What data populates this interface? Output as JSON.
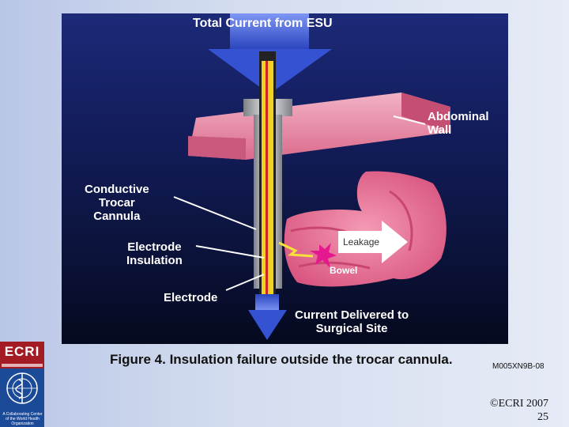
{
  "diagram": {
    "title": "Total Current from ESU",
    "labels": {
      "abdominal_wall": "Abdominal\nWall",
      "conductive_trocar": "Conductive\nTrocar\nCannula",
      "electrode_insulation": "Electrode\nInsulation",
      "electrode": "Electrode",
      "leakage": "Leakage",
      "bowel": "Bowel",
      "current_delivered": "Current Delivered to\nSurgical Site"
    },
    "colors": {
      "background": "#131d5c",
      "arrow_blue": "#3c5bd6",
      "tissue_pink": "#e66d8e",
      "electrode_yellow": "#f2d21e",
      "insulation_red": "#cf2424"
    }
  },
  "caption": "Figure 4. Insulation failure outside the trocar cannula.",
  "slide_code": "M005XN9B-08",
  "copyright": "©ECRI 2007",
  "page_number": "25",
  "logos": {
    "ecri": "ECRI",
    "who_text": "A Collaborating Center of the World Health Organization"
  }
}
